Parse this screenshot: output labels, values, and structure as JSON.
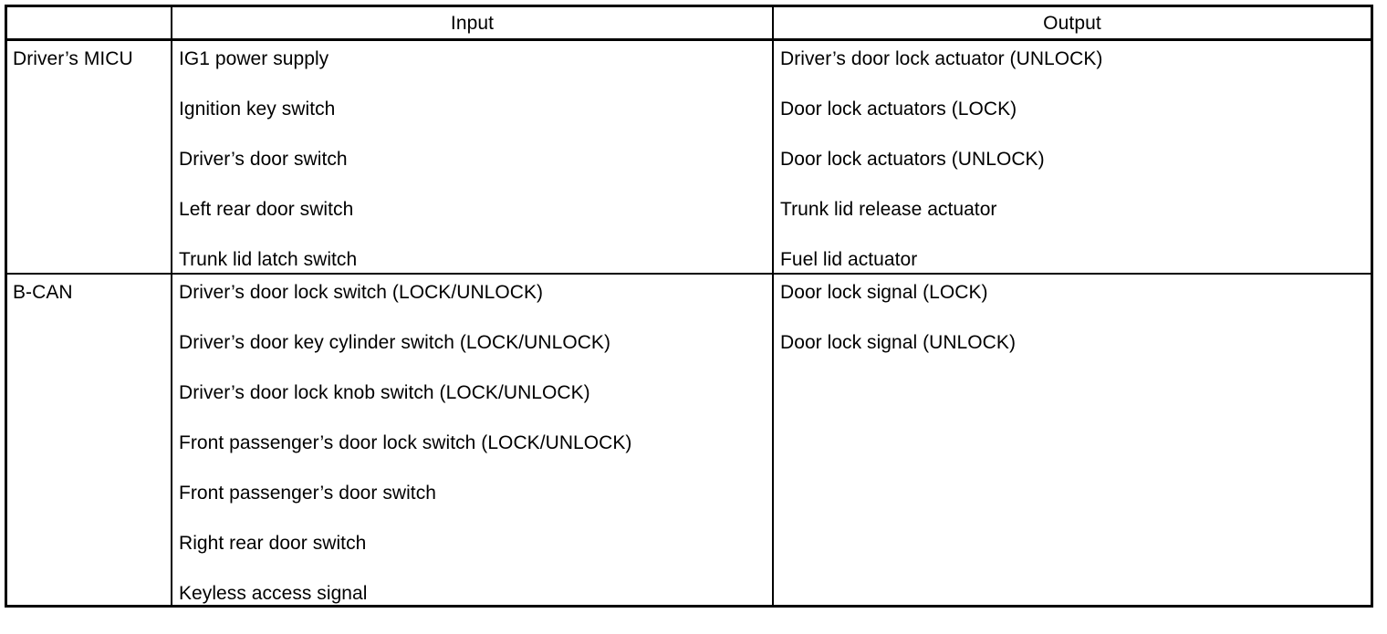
{
  "table": {
    "headers": {
      "source": "",
      "input": "Input",
      "output": "Output"
    },
    "sections": [
      {
        "source": "Driver’s MICU",
        "inputs": [
          "IG1 power supply",
          "Ignition key switch",
          "Driver’s door switch",
          "Left rear door switch",
          "Trunk lid latch switch"
        ],
        "outputs": [
          "Driver’s door lock actuator (UNLOCK)",
          "Door lock actuators (LOCK)",
          "Door lock actuators (UNLOCK)",
          "Trunk lid release actuator",
          "Fuel lid actuator"
        ]
      },
      {
        "source": "B-CAN",
        "inputs": [
          "Driver’s door lock switch (LOCK/UNLOCK)",
          "Driver’s door key cylinder switch (LOCK/UNLOCK)",
          "Driver’s door lock knob switch (LOCK/UNLOCK)",
          "Front passenger’s door lock switch (LOCK/UNLOCK)",
          "Front passenger’s door switch",
          "Right rear door switch",
          "Keyless access signal"
        ],
        "outputs": [
          "Door lock signal (LOCK)",
          "Door lock signal (UNLOCK)"
        ]
      }
    ],
    "colors": {
      "border": "#000000",
      "text": "#000000",
      "background": "#ffffff"
    }
  }
}
